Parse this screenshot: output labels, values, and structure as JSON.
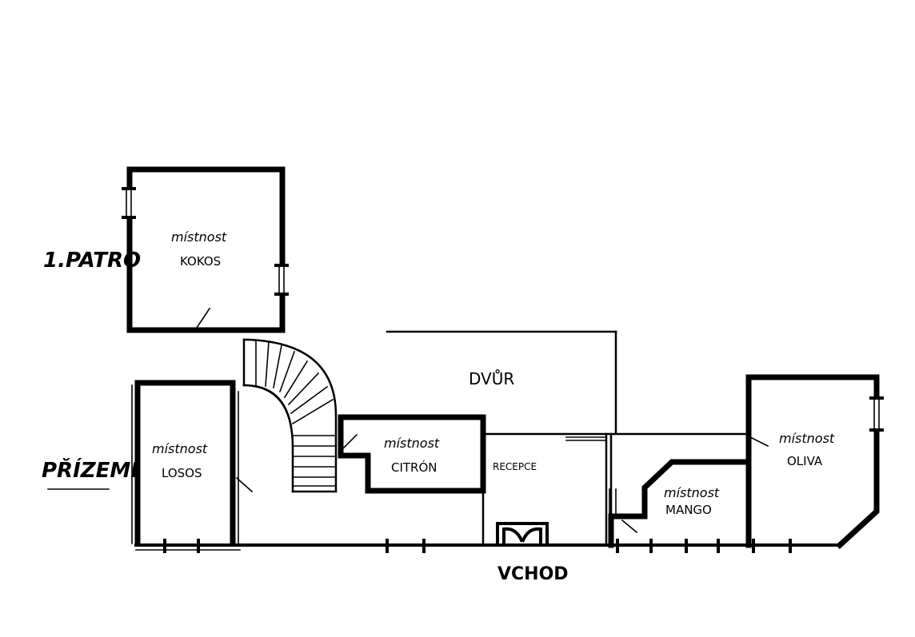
{
  "floors": {
    "first_floor": "1.PATRO",
    "ground_floor": "PŘÍZEMÍ"
  },
  "labels": {
    "courtyard": "DVŮR",
    "entrance": "VCHOD",
    "reception": "RECEPCE"
  },
  "rooms": [
    {
      "word": "místnost",
      "name": "KOKOS"
    },
    {
      "word": "místnost",
      "name": "LOSOS"
    },
    {
      "word": "místnost",
      "name": "CITRÓN"
    },
    {
      "word": "místnost",
      "name": "MANGO"
    },
    {
      "word": "místnost",
      "name": "OLIVA"
    }
  ]
}
